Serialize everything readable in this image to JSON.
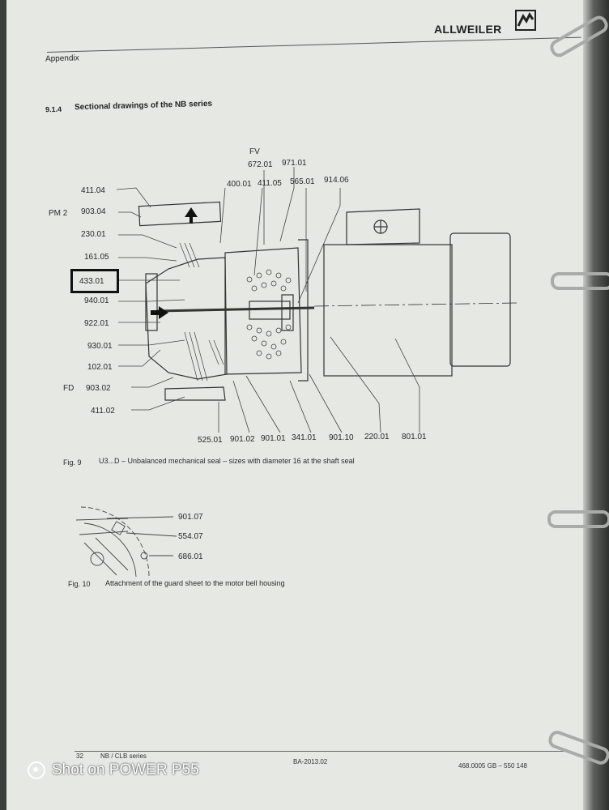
{
  "header": {
    "brand": "ALLWEILER",
    "section": "Appendix"
  },
  "section": {
    "number": "9.1.4",
    "title": "Sectional drawings of the NB series"
  },
  "fig9": {
    "labels_top": {
      "fv": "FV",
      "l672": "672.01",
      "l971": "971.01",
      "l400": "400.01",
      "l411_05": "411.05",
      "l565": "565.01",
      "l914": "914.06"
    },
    "labels_left": {
      "l411_04": "411.04",
      "pm2": "PM 2",
      "l903_04": "903.04",
      "l230": "230.01",
      "l161": "161.05",
      "l433": "433.01",
      "l940": "940.01",
      "l922": "922.01",
      "l930": "930.01",
      "l102": "102.01",
      "fd": "FD",
      "l903_02": "903.02",
      "l411_02": "411.02"
    },
    "labels_bottom": {
      "l525": "525.01",
      "l901_02": "901.02",
      "l901_01": "901.01",
      "l341": "341.01",
      "l901_10": "901.10",
      "l220": "220.01",
      "l801": "801.01"
    },
    "caption_num": "Fig. 9",
    "caption_text": "U3...D – Unbalanced mechanical seal – sizes with diameter 16 at the shaft seal"
  },
  "fig10": {
    "labels": {
      "l901_07": "901.07",
      "l554": "554.07",
      "l686": "686.01"
    },
    "caption_num": "Fig. 10",
    "caption_text": "Attachment of the guard sheet to the motor bell housing"
  },
  "footer": {
    "page": "32",
    "series": "NB / CLB series",
    "doc": "BA-2013.02",
    "ref": "468.0005 GB – 550 148"
  },
  "watermark": "Shot on POWER P55"
}
